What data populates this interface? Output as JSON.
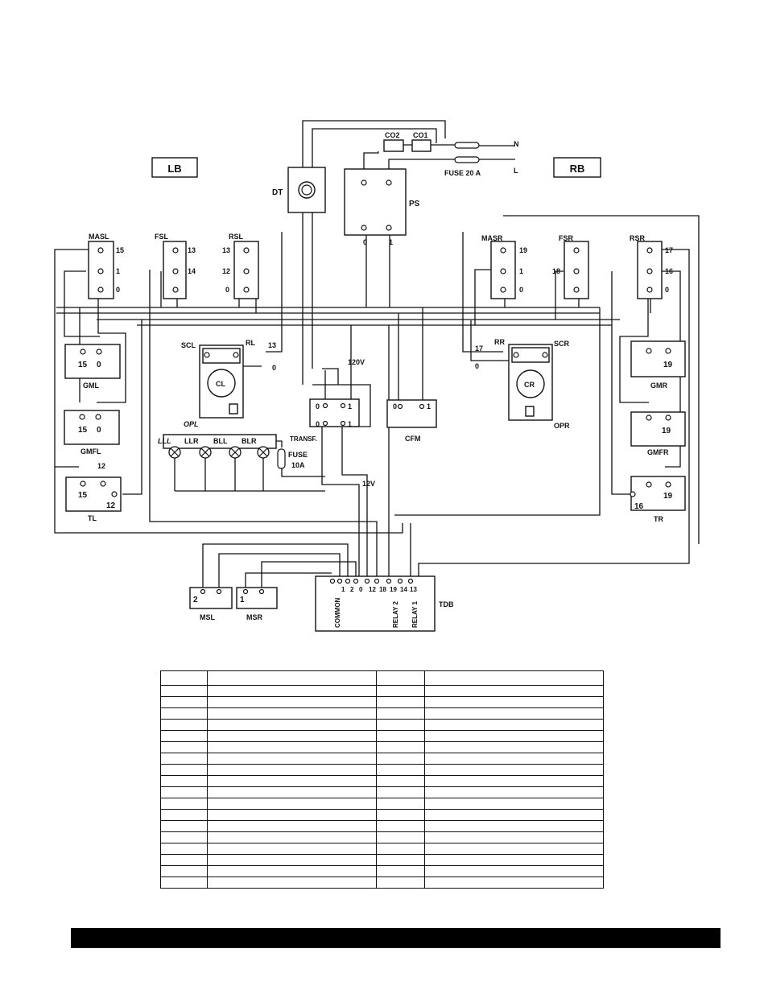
{
  "labels": {
    "lb": "LB",
    "rb": "RB",
    "dt": "DT",
    "ps": "PS",
    "n": "N",
    "l": "L",
    "co2": "CO2",
    "co1": "CO1",
    "fuse20": "FUSE 20 A",
    "masl": "MASL",
    "fsl": "FSL",
    "rsl": "RSL",
    "masr": "MASR",
    "fsr": "FSR",
    "rsr": "RSR",
    "gml": "GML",
    "gmfl": "GMFL",
    "tl": "TL",
    "gmr": "GMR",
    "gmfr": "GMFR",
    "tr": "TR",
    "scl": "SCL",
    "rl": "RL",
    "cl": "CL",
    "opl": "OPL",
    "rr": "RR",
    "scr": "SCR",
    "cr": "CR",
    "opr": "OPR",
    "v120": "120V",
    "v12": "12V",
    "transf": "TRANSF.",
    "cfm": "CFM",
    "lll": "LLL",
    "llr": "LLR",
    "bll": "BLL",
    "blr": "BLR",
    "fuse10": "FUSE",
    "fuse10b": "10A",
    "msl": "MSL",
    "msr": "MSR",
    "tdb": "TDB",
    "common": "COMMON",
    "relay2": "RELAY 2",
    "relay1": "RELAY 1"
  },
  "numbers": {
    "masl_15": "15",
    "masl_1": "1",
    "masl_0": "0",
    "fsl_13": "13",
    "fsl_14": "14",
    "rsl_13": "13",
    "rsl_12": "12",
    "rsl_0": "0",
    "ps_0": "0",
    "ps_1": "1",
    "masr_19": "19",
    "masr_1": "1",
    "masr_0": "0",
    "fsr_18": "18",
    "rsr_17": "17",
    "rsr_16": "16",
    "rsr_0": "0",
    "gml_15": "15",
    "gml_0": "0",
    "gmfl_15": "15",
    "gmfl_0": "0",
    "tl_12top": "12",
    "tl_15": "15",
    "tl_12": "12",
    "gmr_19": "19",
    "gmfr_19": "19",
    "tr_19": "19",
    "tr_16": "16",
    "rl_13": "13",
    "rl_0": "0",
    "rr_17": "17",
    "rr_0": "0",
    "tr_0a": "0",
    "tr_1a": "1",
    "tr_0b": "0",
    "tr_1b": "1",
    "cfm_0": "0",
    "cfm_1": "1",
    "msl_2": "2",
    "msr_1": "1",
    "tdb_terms": [
      "1",
      "2",
      "0",
      "12",
      "18",
      "19",
      "14",
      "13"
    ]
  },
  "table": {
    "rows": 19,
    "cols": 4
  }
}
